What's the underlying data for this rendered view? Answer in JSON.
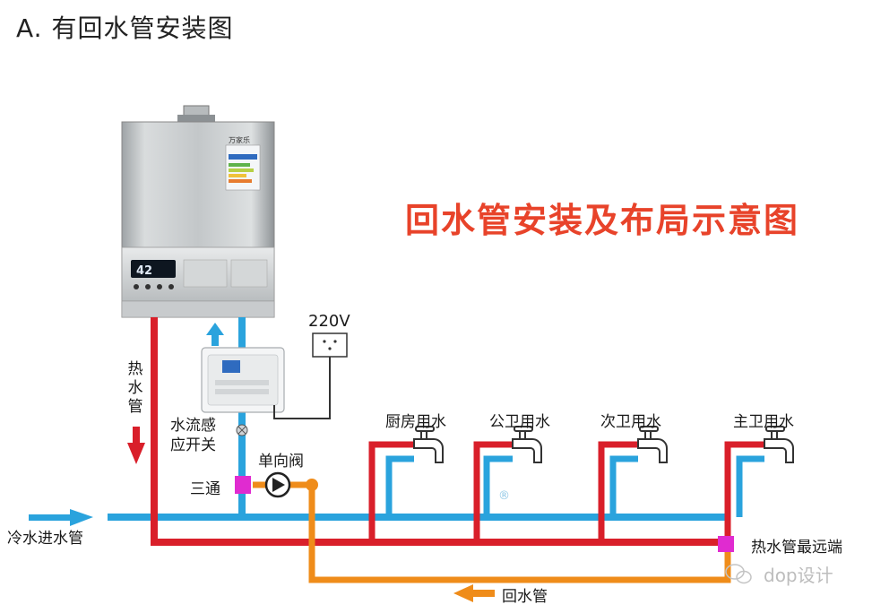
{
  "title": "A. 有回水管安装图",
  "banner": "回水管安装及布局示意图",
  "heater": {
    "brand": "万家乐",
    "display": "42"
  },
  "labels": {
    "voltage": "220V",
    "hot_pipe_chars": [
      "热",
      "水",
      "管"
    ],
    "flow_switch_line1": "水流感",
    "flow_switch_line2": "应开关",
    "check_valve": "单向阀",
    "tee": "三通",
    "cold_inlet": "冷水进水管",
    "farthest_end": "热水管最远端",
    "return_pipe": "回水管",
    "kitchen": "厨房用水",
    "public_bath": "公卫用水",
    "second_bath": "次卫用水",
    "master_bath": "主卫用水",
    "registered": "®"
  },
  "watermark": "dop设计",
  "colors": {
    "hot": "#d91f2a",
    "cold": "#2aa3dd",
    "return": "#ef8c1a",
    "tee": "#e02bd0",
    "banner": "#e8432a"
  }
}
